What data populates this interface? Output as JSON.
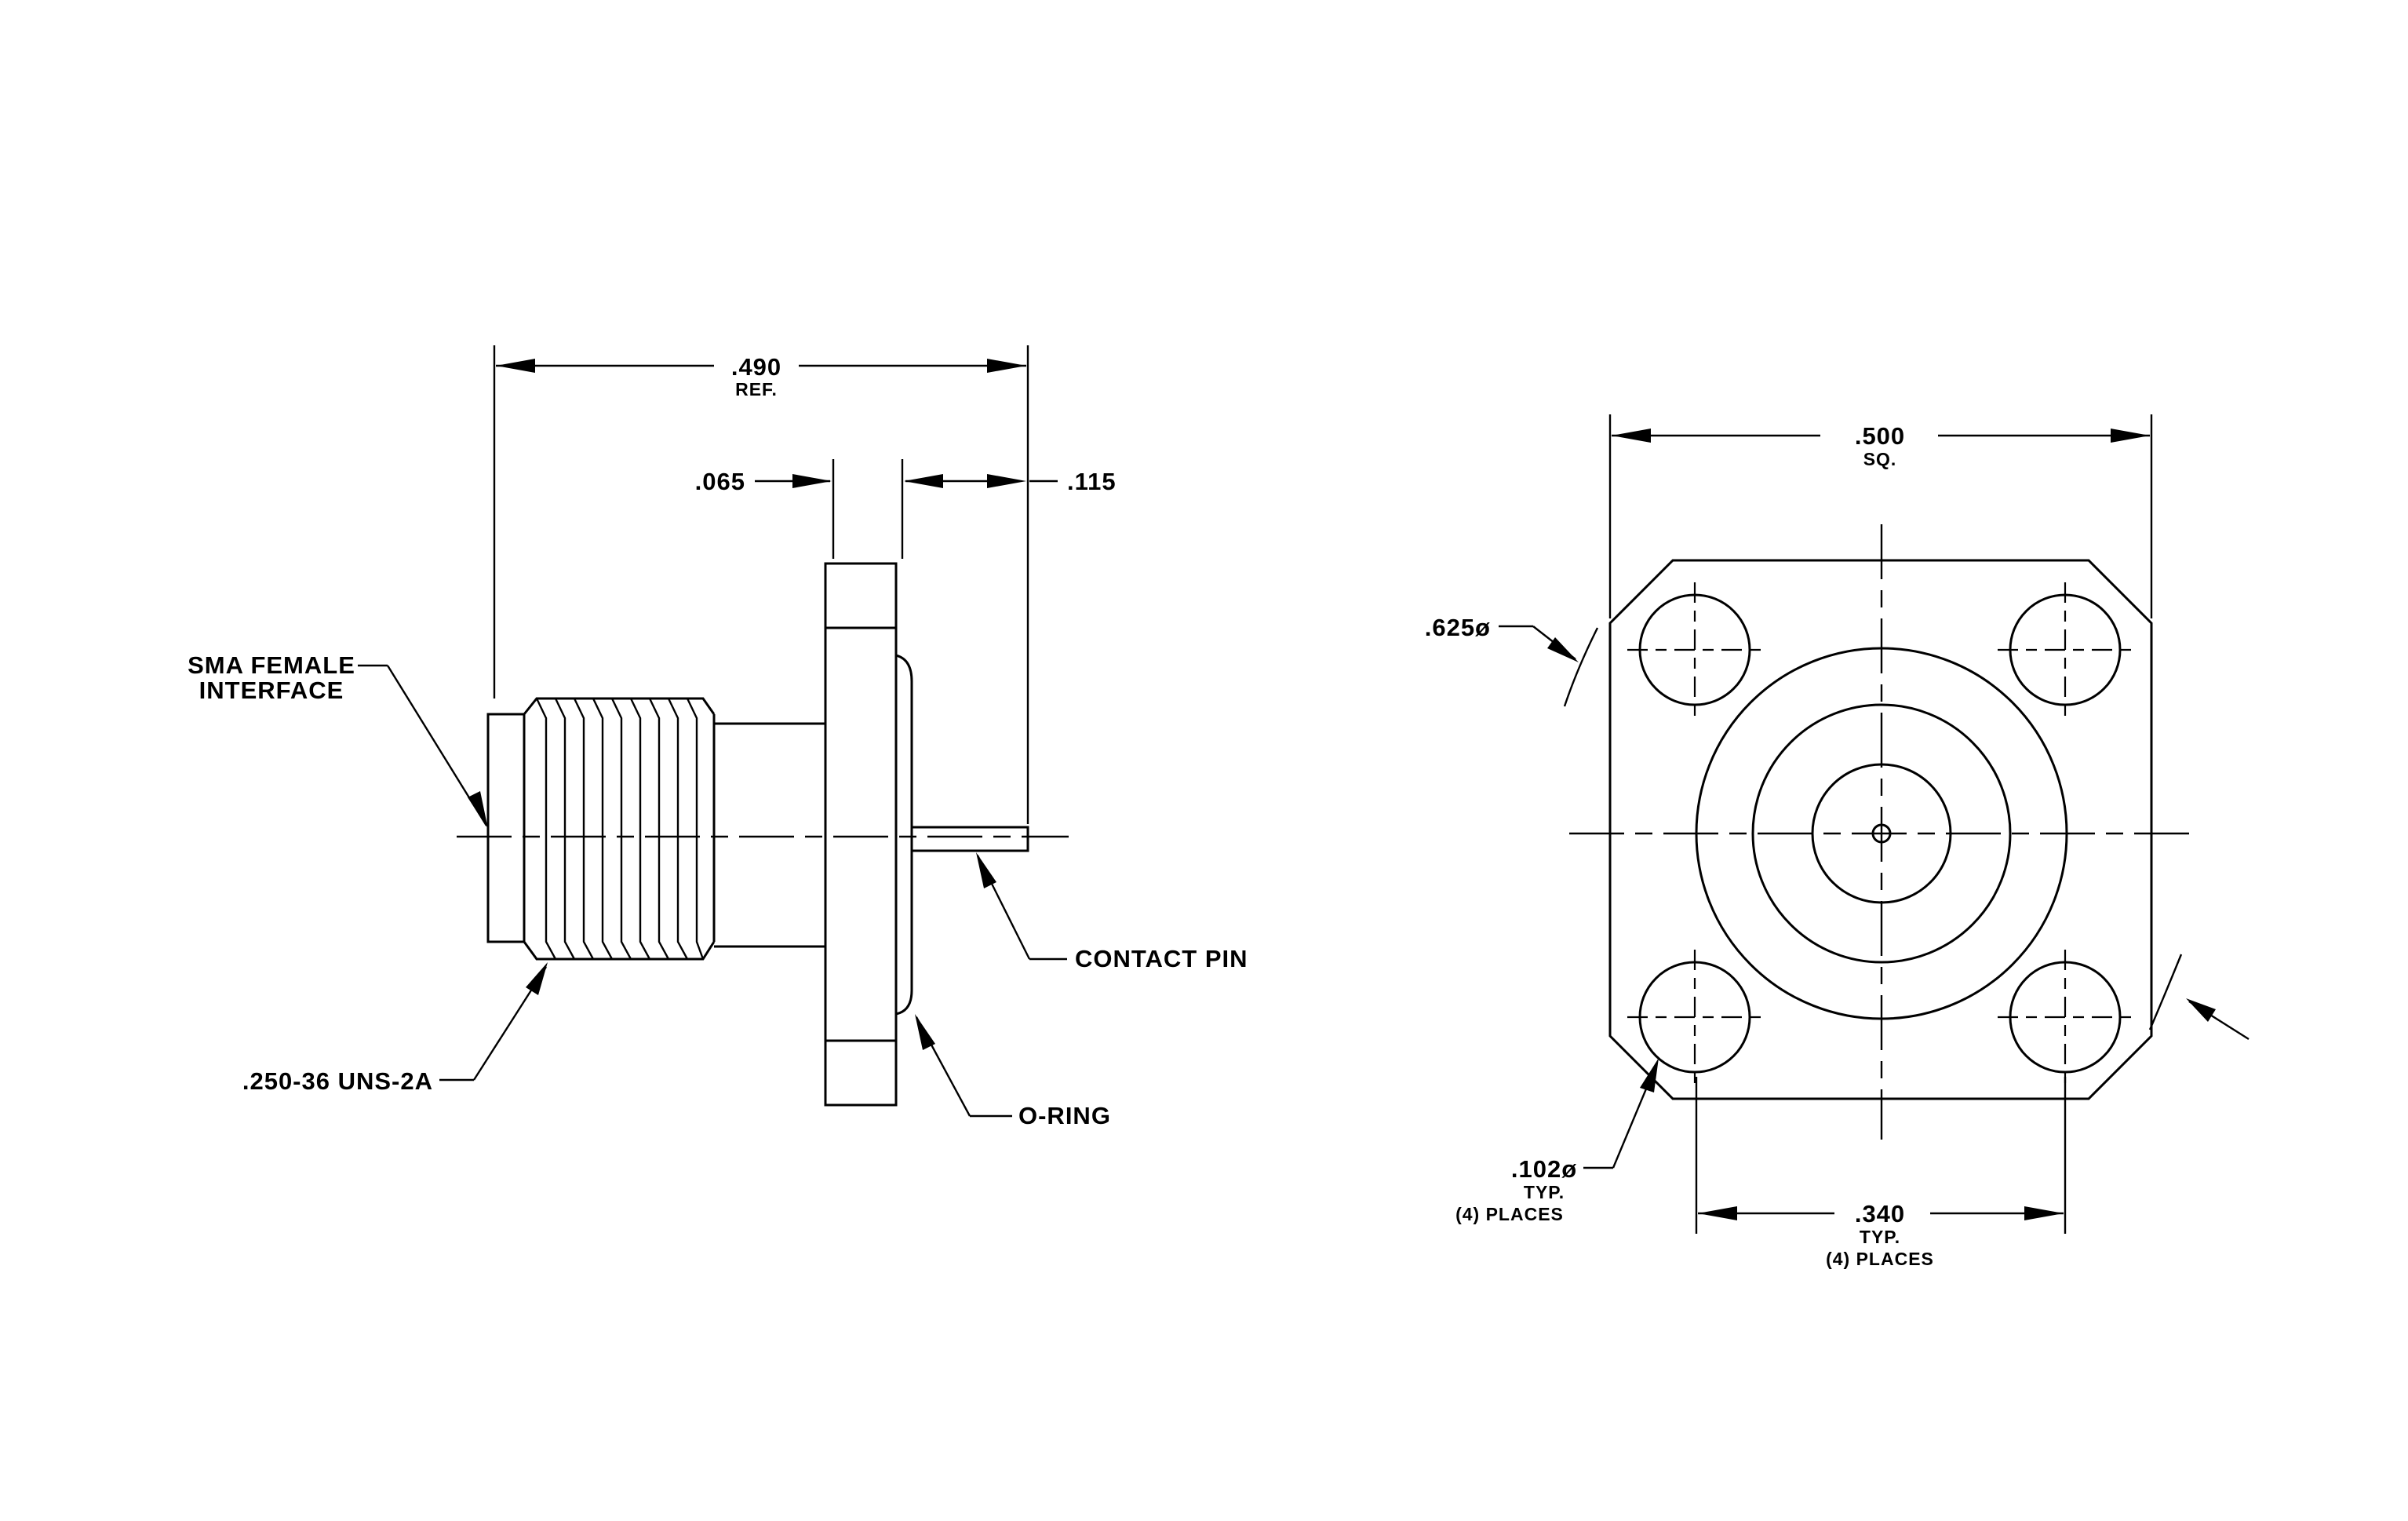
{
  "side_view": {
    "overall_length": ".490",
    "overall_length_note": "REF.",
    "flange_thickness": ".065",
    "pin_length": ".115",
    "interface_label_1": "SMA FEMALE",
    "interface_label_2": "INTERFACE",
    "thread_spec": ".250-36 UNS-2A",
    "contact_pin_label": "CONTACT PIN",
    "oring_label": "O-RING"
  },
  "front_view": {
    "flange_width": ".500",
    "flange_width_note": "SQ.",
    "corner_diameter": ".625ø",
    "hole_diameter": ".102ø",
    "hole_note_1": "TYP.",
    "hole_note_2": "(4) PLACES",
    "hole_spacing": ".340",
    "spacing_note_1": "TYP.",
    "spacing_note_2": "(4) PLACES"
  }
}
